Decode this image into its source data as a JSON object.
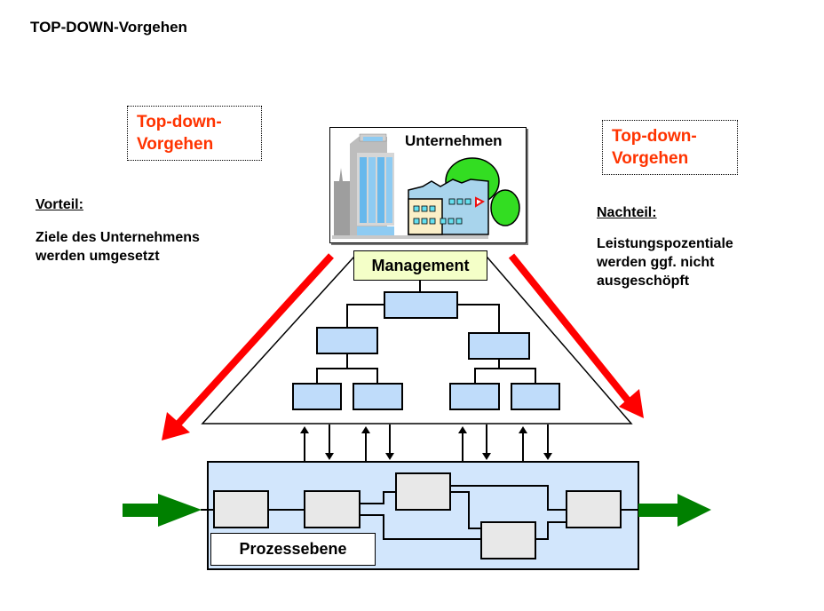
{
  "title": "TOP-DOWN-Vorgehen",
  "top_down_left": {
    "line1": "Top-down-",
    "line2": "Vorgehen"
  },
  "top_down_right": {
    "line1": "Top-down-",
    "line2": "Vorgehen"
  },
  "advantage": {
    "heading": "Vorteil:",
    "line1": "Ziele des Unternehmens",
    "line2": "werden umgesetzt"
  },
  "disadvantage": {
    "heading": "Nachteil:",
    "line1": "Leistungspozentiale",
    "line2": "werden ggf. nicht",
    "line3": "ausgeschöpft"
  },
  "company": {
    "label": "Unternehmen"
  },
  "management": {
    "label": "Management"
  },
  "process_level": {
    "label": "Prozessebene"
  },
  "colors": {
    "top_down_text": "#ff3300",
    "red_arrow": "#ff0000",
    "green_arrow": "#008000",
    "org_box": "#bfdcfa",
    "management_box": "#f4ffc8",
    "process_area": "#d2e6fc",
    "process_box": "#e8e8e8"
  }
}
